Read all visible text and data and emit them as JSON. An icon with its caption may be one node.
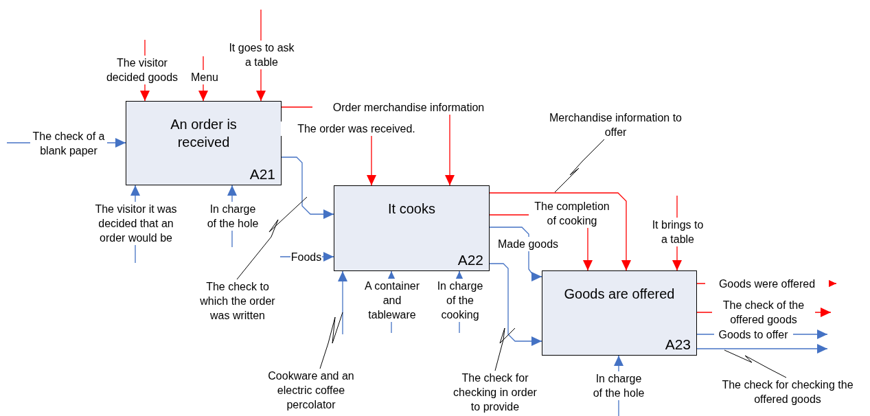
{
  "diagram": {
    "nodes": [
      {
        "text": [
          "An order is received",
          "A21"
        ]
      },
      {
        "text": [
          "It cooks",
          "A22"
        ]
      },
      {
        "text": [
          "Goods are offered",
          "A23"
        ]
      },
      {
        "text": [
          "The check to which the order was written"
        ]
      },
      {
        "text": [
          "Merchandise information to offer"
        ]
      },
      {
        "text": [
          "Cookware and an electric coffee percolator"
        ]
      },
      {
        "text": [
          "The check for checking in order to provide"
        ]
      },
      {
        "text": [
          "The check for checking the offered goods"
        ]
      }
    ],
    "edges": [
      {
        "from": null,
        "to": 0,
        "arrow": "to",
        "label": "The visitor decided goods",
        "color": "#ff0000"
      },
      {
        "from": null,
        "to": 0,
        "arrow": "to",
        "label": "Menu",
        "color": "#ff0000"
      },
      {
        "from": null,
        "to": 0,
        "arrow": "to",
        "label": "It goes to ask a table",
        "color": "#ff0000"
      },
      {
        "from": null,
        "to": 0,
        "arrow": "to",
        "label": "The check of a blank paper"
      },
      {
        "from": null,
        "to": 0,
        "arrow": "to",
        "label": "The visitor it was decided that an order would be"
      },
      {
        "from": null,
        "to": 0,
        "arrow": "to",
        "label": "In charge of the hole"
      },
      {
        "from": 0,
        "to": 1,
        "arrow": "to",
        "label": "Order merchandise information",
        "color": "#ff0000"
      },
      {
        "from": 0,
        "to": 1,
        "arrow": "to",
        "label": "The order was received.",
        "color": "#ff0000"
      },
      {
        "from": 0,
        "to": 1,
        "arrow": "to"
      },
      {
        "from": null,
        "to": 1,
        "arrow": "to",
        "label": "Foods"
      },
      {
        "from": null,
        "to": 1,
        "arrow": "to"
      },
      {
        "from": null,
        "to": 1,
        "arrow": "to",
        "label": "A container and tableware"
      },
      {
        "from": null,
        "to": 1,
        "arrow": "to",
        "label": "In charge of the cooking"
      },
      {
        "from": 1,
        "to": 2,
        "arrow": "to",
        "color": "#ff0000"
      },
      {
        "from": 1,
        "to": 2,
        "arrow": "to",
        "label": "The completion of cooking",
        "color": "#ff0000"
      },
      {
        "from": 1,
        "to": 2,
        "arrow": "to",
        "label": "Made goods"
      },
      {
        "from": 1,
        "to": 2,
        "arrow": "to"
      },
      {
        "from": null,
        "to": 2,
        "arrow": "to",
        "label": "It brings to a table",
        "color": "#ff0000"
      },
      {
        "from": null,
        "to": 2,
        "arrow": "to",
        "label": "In charge of the hole"
      },
      {
        "from": 2,
        "to": null,
        "arrow": "to",
        "label": "Goods were offered",
        "color": "#ff0000"
      },
      {
        "from": 2,
        "to": null,
        "arrow": "to",
        "label": "The check of the offered goods",
        "color": "#ff0000"
      },
      {
        "from": 2,
        "to": null,
        "arrow": "to",
        "label": "Goods to offer"
      },
      {
        "from": 2,
        "to": null,
        "arrow": "to"
      },
      {
        "from": 3,
        "to": null,
        "arrow": "none",
        "color": "#000000"
      },
      {
        "from": 4,
        "to": null,
        "arrow": "none",
        "color": "#000000"
      },
      {
        "from": 5,
        "to": null,
        "arrow": "none",
        "color": "#000000"
      },
      {
        "from": 6,
        "to": null,
        "arrow": "none",
        "color": "#000000"
      },
      {
        "from": 7,
        "to": null,
        "arrow": "none",
        "color": "#000000"
      }
    ]
  }
}
